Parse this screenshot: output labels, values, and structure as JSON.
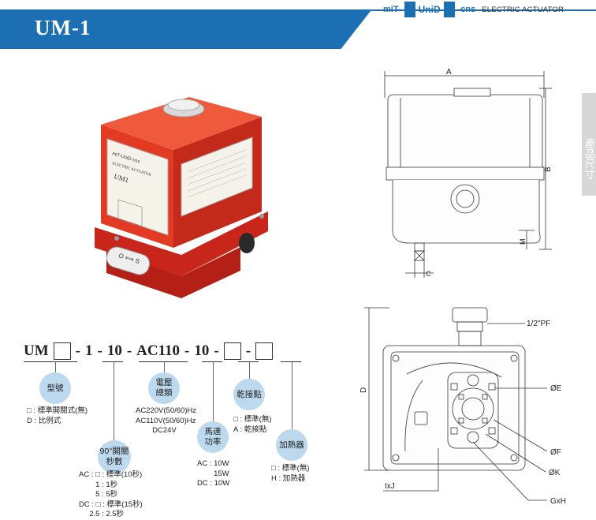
{
  "header": {
    "model": "UM-1",
    "brand_prefix": "miT-",
    "brand_mid": "UniD",
    "brand_suffix": "-cns",
    "brand_tagline": "ELECTRIC ACTUATOR",
    "side_tab": "產品尺寸"
  },
  "product_photo": {
    "label_brand": "miT-UniD-cns",
    "label_title": "ELECTRIC ACTUATOR",
    "label_model": "UM1",
    "indicator": "O ⟺ S"
  },
  "code": {
    "prefix": "UM",
    "dash1": "-",
    "part1": "1",
    "dash2": "-",
    "part2": "10",
    "dash3": "-",
    "part3": "AC110",
    "dash4": "-",
    "part4": "10",
    "dash5": "-",
    "dash6": "-"
  },
  "fields": {
    "model_type": {
      "title": "型號",
      "notes": "□ : 標準開關式(無)\nD : 比例式"
    },
    "time": {
      "title": "90°開關\n秒數",
      "notes": "AC : □ : 標準(10秒)\n        1 : 1秒\n        5 : 5秒\nDC : □ : 標準(15秒)\n     2.5 : 2.5秒"
    },
    "voltage": {
      "title": "電壓\n總類",
      "notes": "AC220V(50/60)Hz\nAC110V(50/60)Hz\n        DC24V"
    },
    "motor": {
      "title": "馬達\n功率",
      "notes": "AC : 10W\n        15W\nDC : 10W"
    },
    "contact": {
      "title": "乾接點",
      "notes": "□ : 標準(無)\nA : 乾接點"
    },
    "heater": {
      "title": "加熱器",
      "notes": "□ : 標準(無)\nH : 加熱器"
    }
  },
  "side_view": {
    "dim_a": "A",
    "dim_b": "B",
    "dim_m": "M",
    "dim_c": "C"
  },
  "bottom_view": {
    "dim_d": "D",
    "port": "1/2\"PF",
    "dim_e": "ØE",
    "dim_f": "ØF",
    "dim_k": "ØK",
    "dim_ixj": "IxJ",
    "dim_gxh": "GxH"
  }
}
